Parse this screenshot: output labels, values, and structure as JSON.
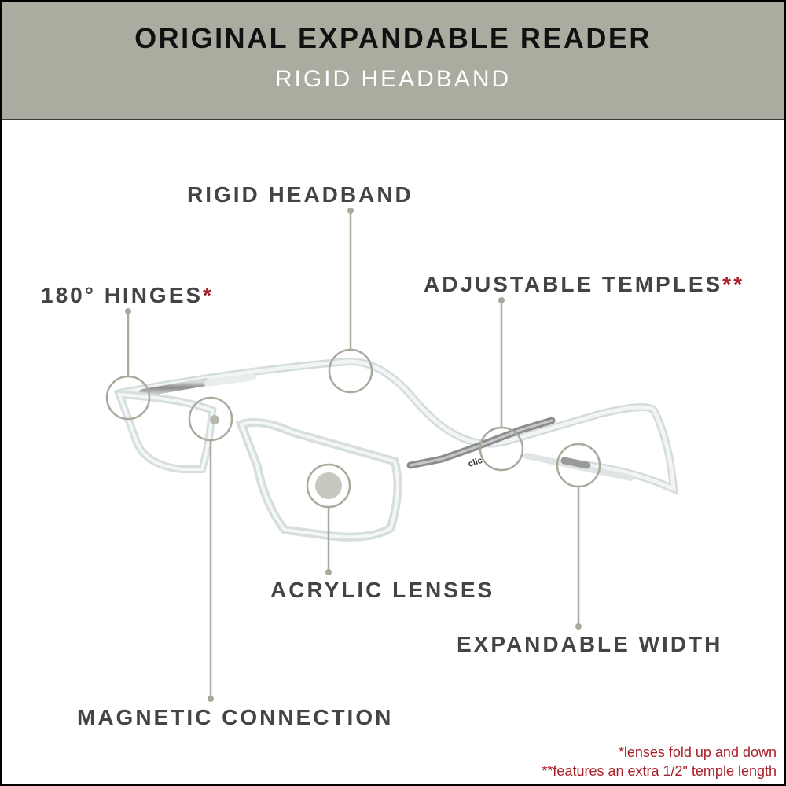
{
  "header": {
    "title": "ORIGINAL EXPANDABLE READER",
    "subtitle": "RIGID HEADBAND",
    "background_color": "#aaac9f"
  },
  "callouts": [
    {
      "id": "rigid-headband",
      "label": "RIGID HEADBAND",
      "suffix": ""
    },
    {
      "id": "hinges",
      "label": "180° HINGES",
      "suffix": "*"
    },
    {
      "id": "adjustable-temples",
      "label": "ADJUSTABLE TEMPLES",
      "suffix": "**"
    },
    {
      "id": "acrylic-lenses",
      "label": "ACRYLIC LENSES",
      "suffix": ""
    },
    {
      "id": "expandable-width",
      "label": "EXPANDABLE WIDTH",
      "suffix": ""
    },
    {
      "id": "magnetic-connection",
      "label": "MAGNETIC CONNECTION",
      "suffix": ""
    }
  ],
  "product": {
    "brand_mark": "clic",
    "description": "Clear acrylic reading glasses with magnetic front connection and silver metal adjustable temples joined by a rigid clear headband"
  },
  "footnotes": [
    "*lenses fold up and down",
    "**features an extra 1/2\" temple length"
  ],
  "colors": {
    "label_text": "#444444",
    "accent_red": "#a8202a",
    "connector": "#a9aa9c"
  }
}
